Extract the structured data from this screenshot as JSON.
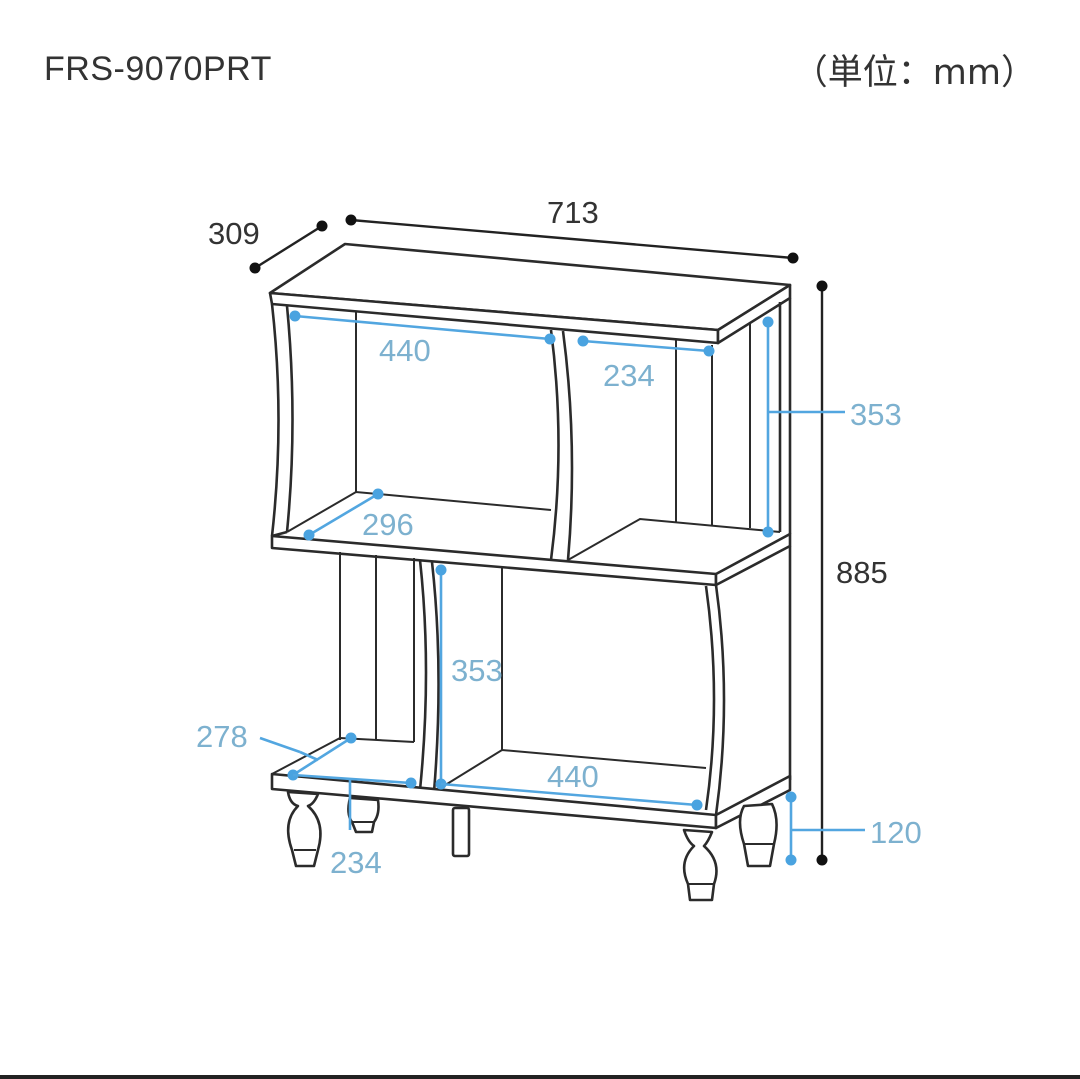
{
  "header": {
    "model_number": "FRS-9070PRT",
    "unit_label": "（単位：mm）"
  },
  "colors": {
    "outline": "#2b2b2b",
    "overall_dimension": "#333333",
    "inner_dimension_line": "#4aa3e0",
    "inner_dimension_text": "#7db1cf",
    "background": "#ffffff"
  },
  "overall_dimensions": {
    "width": "713",
    "depth": "309",
    "height": "885"
  },
  "inner_dimensions": {
    "upper_left_width": "440",
    "upper_right_width": "234",
    "upper_right_height": "353",
    "upper_left_depth": "296",
    "lower_center_height": "353",
    "lower_left_depth": "278",
    "lower_left_width": "234",
    "lower_right_width": "440",
    "leg_height": "120"
  }
}
